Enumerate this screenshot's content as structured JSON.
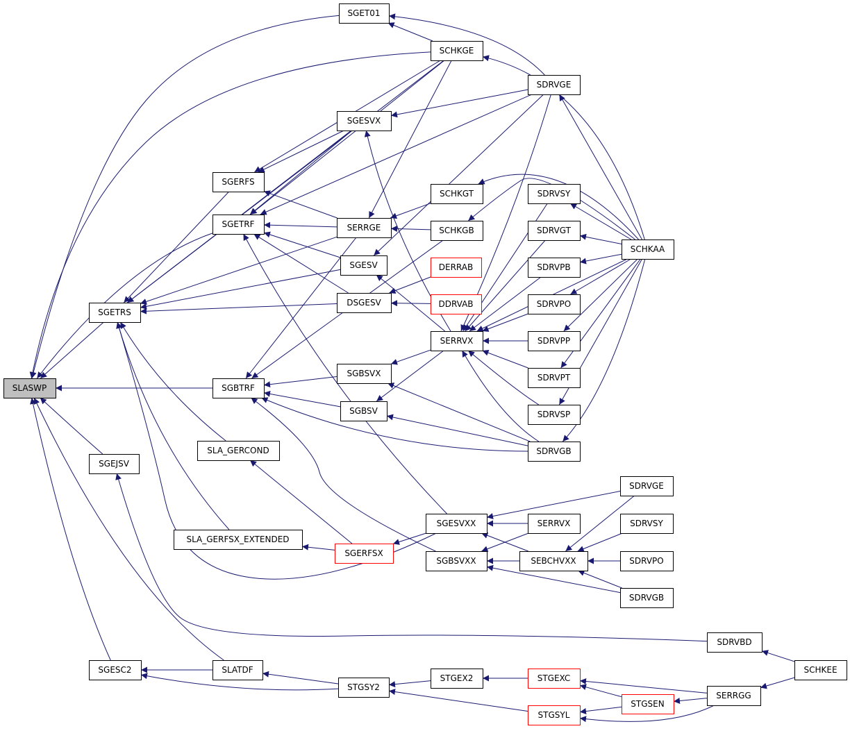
{
  "graph": {
    "root": "SLASWP",
    "colors": {
      "edge": "#191970",
      "node_border": "#000000",
      "truncated_border": "#ff0000",
      "root_fill": "#bfbfbf"
    },
    "nodes": [
      {
        "id": "slaswp",
        "label": "SLASWP",
        "kind": "root"
      },
      {
        "id": "sget01",
        "label": "SGET01",
        "kind": "normal"
      },
      {
        "id": "schkge",
        "label": "SCHKGE",
        "kind": "normal"
      },
      {
        "id": "sdrvge1",
        "label": "SDRVGE",
        "kind": "normal"
      },
      {
        "id": "sgesvx",
        "label": "SGESVX",
        "kind": "normal"
      },
      {
        "id": "sgerfs",
        "label": "SGERFS",
        "kind": "normal"
      },
      {
        "id": "schkgt",
        "label": "SCHKGT",
        "kind": "normal"
      },
      {
        "id": "sdrvsy1",
        "label": "SDRVSY",
        "kind": "normal"
      },
      {
        "id": "sgetrf",
        "label": "SGETRF",
        "kind": "normal"
      },
      {
        "id": "serrge",
        "label": "SERRGE",
        "kind": "normal"
      },
      {
        "id": "schkgb",
        "label": "SCHKGB",
        "kind": "normal"
      },
      {
        "id": "sdrvgt",
        "label": "SDRVGT",
        "kind": "normal"
      },
      {
        "id": "schkaa",
        "label": "SCHKAA",
        "kind": "normal"
      },
      {
        "id": "sgesv",
        "label": "SGESV",
        "kind": "normal"
      },
      {
        "id": "derrab",
        "label": "DERRAB",
        "kind": "truncated"
      },
      {
        "id": "sdrvpb",
        "label": "SDRVPB",
        "kind": "normal"
      },
      {
        "id": "sgetrs",
        "label": "SGETRS",
        "kind": "normal"
      },
      {
        "id": "dsgesv",
        "label": "DSGESV",
        "kind": "normal"
      },
      {
        "id": "ddrvab",
        "label": "DDRVAB",
        "kind": "truncated"
      },
      {
        "id": "sdrvpo1",
        "label": "SDRVPO",
        "kind": "normal"
      },
      {
        "id": "serrvx1",
        "label": "SERRVX",
        "kind": "normal"
      },
      {
        "id": "sdrvpp",
        "label": "SDRVPP",
        "kind": "normal"
      },
      {
        "id": "sgbsvx",
        "label": "SGBSVX",
        "kind": "normal"
      },
      {
        "id": "sdrvpt",
        "label": "SDRVPT",
        "kind": "normal"
      },
      {
        "id": "sgbtrf",
        "label": "SGBTRF",
        "kind": "normal"
      },
      {
        "id": "sgbsv",
        "label": "SGBSV",
        "kind": "normal"
      },
      {
        "id": "sdrvsp",
        "label": "SDRVSP",
        "kind": "normal"
      },
      {
        "id": "sla_gercond",
        "label": "SLA_GERCOND",
        "kind": "normal"
      },
      {
        "id": "sdrvgb1",
        "label": "SDRVGB",
        "kind": "normal"
      },
      {
        "id": "sgejsv",
        "label": "SGEJSV",
        "kind": "normal"
      },
      {
        "id": "sdrvge2",
        "label": "SDRVGE",
        "kind": "normal"
      },
      {
        "id": "sgesvxx",
        "label": "SGESVXX",
        "kind": "normal"
      },
      {
        "id": "serrvx2",
        "label": "SERRVX",
        "kind": "normal"
      },
      {
        "id": "sdrvsy2",
        "label": "SDRVSY",
        "kind": "normal"
      },
      {
        "id": "sla_gerfsx_extended",
        "label": "SLA_GERFSX_EXTENDED",
        "kind": "normal"
      },
      {
        "id": "sgerfsx",
        "label": "SGERFSX",
        "kind": "truncated"
      },
      {
        "id": "sgbsvxx",
        "label": "SGBSVXX",
        "kind": "normal"
      },
      {
        "id": "sebchvxx",
        "label": "SEBCHVXX",
        "kind": "normal"
      },
      {
        "id": "sdrvpo2",
        "label": "SDRVPO",
        "kind": "normal"
      },
      {
        "id": "sdrvgb2",
        "label": "SDRVGB",
        "kind": "normal"
      },
      {
        "id": "sdrvbd",
        "label": "SDRVBD",
        "kind": "normal"
      },
      {
        "id": "schkee",
        "label": "SCHKEE",
        "kind": "normal"
      },
      {
        "id": "sgesc2",
        "label": "SGESC2",
        "kind": "normal"
      },
      {
        "id": "slatdf",
        "label": "SLATDF",
        "kind": "normal"
      },
      {
        "id": "stgex2",
        "label": "STGEX2",
        "kind": "normal"
      },
      {
        "id": "stgexc",
        "label": "STGEXC",
        "kind": "truncated"
      },
      {
        "id": "stgsy2",
        "label": "STGSY2",
        "kind": "normal"
      },
      {
        "id": "serrgg",
        "label": "SERRGG",
        "kind": "normal"
      },
      {
        "id": "stgsen",
        "label": "STGSEN",
        "kind": "truncated"
      },
      {
        "id": "stgsyl",
        "label": "STGSYL",
        "kind": "truncated"
      }
    ],
    "edges": [
      {
        "from": "sget01",
        "to": "slaswp"
      },
      {
        "from": "schkge",
        "to": "slaswp"
      },
      {
        "from": "sgetrs",
        "to": "slaswp"
      },
      {
        "from": "sgetrf",
        "to": "slaswp"
      },
      {
        "from": "sgbtrf",
        "to": "slaswp"
      },
      {
        "from": "sgejsv",
        "to": "slaswp"
      },
      {
        "from": "slatdf",
        "to": "slaswp"
      },
      {
        "from": "sgesc2",
        "to": "slaswp"
      },
      {
        "from": "schkge",
        "to": "sget01"
      },
      {
        "from": "sdrvge1",
        "to": "sget01"
      },
      {
        "from": "schkaa",
        "to": "schkge"
      },
      {
        "from": "schkaa",
        "to": "sdrvge1"
      },
      {
        "from": "sdrvge1",
        "to": "sgesvx"
      },
      {
        "from": "sgesvx",
        "to": "sgerfs"
      },
      {
        "from": "schkge",
        "to": "sgerfs"
      },
      {
        "from": "serrge",
        "to": "sgerfs"
      },
      {
        "from": "sgesvx",
        "to": "sgetrf"
      },
      {
        "from": "schkge",
        "to": "sgetrf"
      },
      {
        "from": "sdrvge1",
        "to": "sgetrf"
      },
      {
        "from": "serrge",
        "to": "sgetrf"
      },
      {
        "from": "sgesv",
        "to": "sgetrf"
      },
      {
        "from": "dsgesv",
        "to": "sgetrf"
      },
      {
        "from": "sgesvxx",
        "to": "sgetrf"
      },
      {
        "from": "sgesvx",
        "to": "sgetrs"
      },
      {
        "from": "schkge",
        "to": "sgetrs"
      },
      {
        "from": "sgerfs",
        "to": "sgetrs"
      },
      {
        "from": "serrge",
        "to": "sgetrs"
      },
      {
        "from": "sgesv",
        "to": "sgetrs"
      },
      {
        "from": "dsgesv",
        "to": "sgetrs"
      },
      {
        "from": "sla_gercond",
        "to": "sgetrs"
      },
      {
        "from": "sla_gerfsx_extended",
        "to": "sgetrs"
      },
      {
        "from": "sgesvxx",
        "to": "sgetrs"
      },
      {
        "from": "schkge",
        "to": "serrge"
      },
      {
        "from": "schkgt",
        "to": "serrge"
      },
      {
        "from": "schkgb",
        "to": "serrge"
      },
      {
        "from": "schkaa",
        "to": "schkgt"
      },
      {
        "from": "schkaa",
        "to": "schkgb"
      },
      {
        "from": "sdrvge1",
        "to": "sgesv"
      },
      {
        "from": "serrvx1",
        "to": "sgesv"
      },
      {
        "from": "serrvx1",
        "to": "sgesvx"
      },
      {
        "from": "derrab",
        "to": "dsgesv"
      },
      {
        "from": "ddrvab",
        "to": "dsgesv"
      },
      {
        "from": "sdrvge1",
        "to": "serrvx1"
      },
      {
        "from": "sdrvsy1",
        "to": "serrvx1"
      },
      {
        "from": "sdrvgt",
        "to": "serrvx1"
      },
      {
        "from": "sdrvpb",
        "to": "serrvx1"
      },
      {
        "from": "sdrvpo1",
        "to": "serrvx1"
      },
      {
        "from": "sdrvpp",
        "to": "serrvx1"
      },
      {
        "from": "sdrvpt",
        "to": "serrvx1"
      },
      {
        "from": "sdrvsp",
        "to": "serrvx1"
      },
      {
        "from": "sdrvgb1",
        "to": "serrvx1"
      },
      {
        "from": "schkaa",
        "to": "serrvx1"
      },
      {
        "from": "schkaa",
        "to": "sdrvsy1"
      },
      {
        "from": "schkaa",
        "to": "sdrvgt"
      },
      {
        "from": "schkaa",
        "to": "sdrvpb"
      },
      {
        "from": "schkaa",
        "to": "sdrvpo1"
      },
      {
        "from": "schkaa",
        "to": "sdrvpp"
      },
      {
        "from": "schkaa",
        "to": "sdrvpt"
      },
      {
        "from": "schkaa",
        "to": "sdrvsp"
      },
      {
        "from": "schkaa",
        "to": "sdrvgb1"
      },
      {
        "from": "serrvx1",
        "to": "sgbsvx"
      },
      {
        "from": "serrvx1",
        "to": "sgbsv"
      },
      {
        "from": "sgbsvx",
        "to": "sgbtrf"
      },
      {
        "from": "sgbsv",
        "to": "sgbtrf"
      },
      {
        "from": "sdrvgb1",
        "to": "sgbtrf"
      },
      {
        "from": "schkgb",
        "to": "sgbtrf"
      },
      {
        "from": "serrge",
        "to": "sgbtrf"
      },
      {
        "from": "sgbsvxx",
        "to": "sgbtrf"
      },
      {
        "from": "sdrvgb1",
        "to": "sgbsvx"
      },
      {
        "from": "sdrvgb1",
        "to": "sgbsv"
      },
      {
        "from": "sgerfsx",
        "to": "sla_gercond"
      },
      {
        "from": "sgerfsx",
        "to": "sla_gerfsx_extended"
      },
      {
        "from": "sgesvxx",
        "to": "sgerfsx"
      },
      {
        "from": "sdrvge2",
        "to": "sgesvxx"
      },
      {
        "from": "serrvx2",
        "to": "sgesvxx"
      },
      {
        "from": "sebchvxx",
        "to": "sgesvxx"
      },
      {
        "from": "serrvx2",
        "to": "sgbsvxx"
      },
      {
        "from": "sebchvxx",
        "to": "sgbsvxx"
      },
      {
        "from": "sdrvgb2",
        "to": "sgbsvxx"
      },
      {
        "from": "sdrvge2",
        "to": "sebchvxx"
      },
      {
        "from": "sdrvsy2",
        "to": "sebchvxx"
      },
      {
        "from": "sdrvpo2",
        "to": "sebchvxx"
      },
      {
        "from": "sdrvgb2",
        "to": "sebchvxx"
      },
      {
        "from": "sdrvbd",
        "to": "sgejsv"
      },
      {
        "from": "schkee",
        "to": "sdrvbd"
      },
      {
        "from": "schkee",
        "to": "serrgg"
      },
      {
        "from": "slatdf",
        "to": "sgesc2"
      },
      {
        "from": "stgsy2",
        "to": "sgesc2"
      },
      {
        "from": "stgsy2",
        "to": "slatdf"
      },
      {
        "from": "stgex2",
        "to": "stgsy2"
      },
      {
        "from": "stgsyl",
        "to": "stgsy2"
      },
      {
        "from": "stgexc",
        "to": "stgex2"
      },
      {
        "from": "serrgg",
        "to": "stgexc"
      },
      {
        "from": "stgsen",
        "to": "stgexc"
      },
      {
        "from": "serrgg",
        "to": "stgsen"
      },
      {
        "from": "stgsen",
        "to": "stgsyl"
      },
      {
        "from": "serrgg",
        "to": "stgsyl"
      }
    ]
  }
}
